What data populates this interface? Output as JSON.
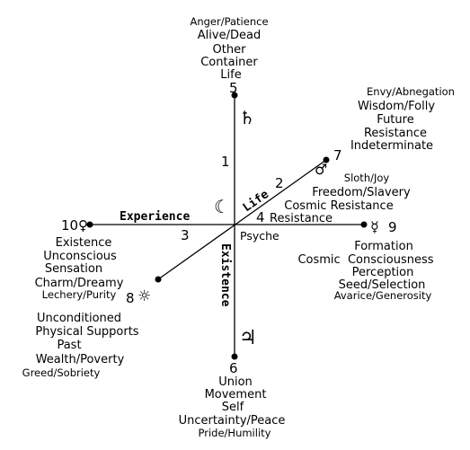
{
  "axes": {
    "experience": "Experience",
    "life": "Life",
    "existence": "Existence",
    "psyche": "Psyche",
    "resistance": "Resistance"
  },
  "numbers": {
    "n1": "1",
    "n2": "2",
    "n3": "3",
    "n4": "4"
  },
  "nodes": {
    "n5": {
      "number": "5",
      "planet_icon": "saturn-icon",
      "planet_symbol": "♄",
      "lines": [
        "Anger/Patience",
        "Alive/Dead",
        "Other",
        "Container",
        "Life"
      ]
    },
    "n6": {
      "number": "6",
      "planet_icon": "jupiter-icon",
      "planet_symbol": "♃",
      "lines": [
        "Union",
        "Movement",
        "Self",
        "Uncertainty/Peace",
        "Pride/Humility"
      ]
    },
    "n7": {
      "number": "7",
      "planet_icon": "mars-icon",
      "planet_symbol": "♂",
      "lines": [
        "Envy/Abnegation",
        "Wisdom/Folly",
        "Future",
        "Resistance",
        "Indeterminate"
      ]
    },
    "n8": {
      "number": "8",
      "planet_icon": "sun-icon",
      "planet_symbol": "☼",
      "lines": [
        "Unconditioned",
        "Physical Supports",
        "Past",
        "Wealth/Poverty",
        "Greed/Sobriety"
      ]
    },
    "n9": {
      "number": "9",
      "planet_icon": "mercury-icon",
      "planet_symbol": "☿",
      "lines": [
        "Formation",
        "Cosmic  Consciousness",
        "Perception",
        "Seed/Selection",
        "Avarice/Generosity"
      ]
    },
    "n10": {
      "number": "10",
      "planet_icon": "venus-icon",
      "planet_symbol": "♀",
      "lines": [
        "Existence",
        "Unconscious",
        "Sensation",
        "Charm/Dreamy",
        "Lechery/Purity"
      ]
    }
  },
  "center": {
    "moon_icon": "moon-icon",
    "moon_symbol": "☾",
    "lines": [
      "Sloth/Joy",
      "Freedom/Slavery",
      "Cosmic Resistance"
    ]
  },
  "colors": {
    "ink": "#000000",
    "background": "#ffffff"
  }
}
